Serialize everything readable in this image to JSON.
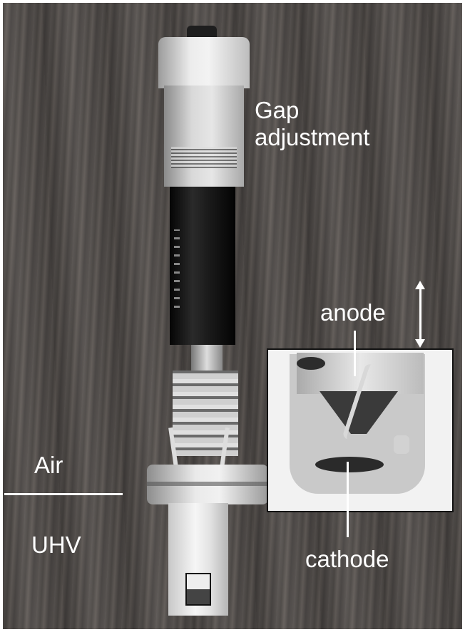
{
  "labels": {
    "gap_adjustment": "Gap\nadjustment",
    "anode": "anode",
    "cathode": "cathode",
    "air": "Air",
    "uhv": "UHV"
  }
}
